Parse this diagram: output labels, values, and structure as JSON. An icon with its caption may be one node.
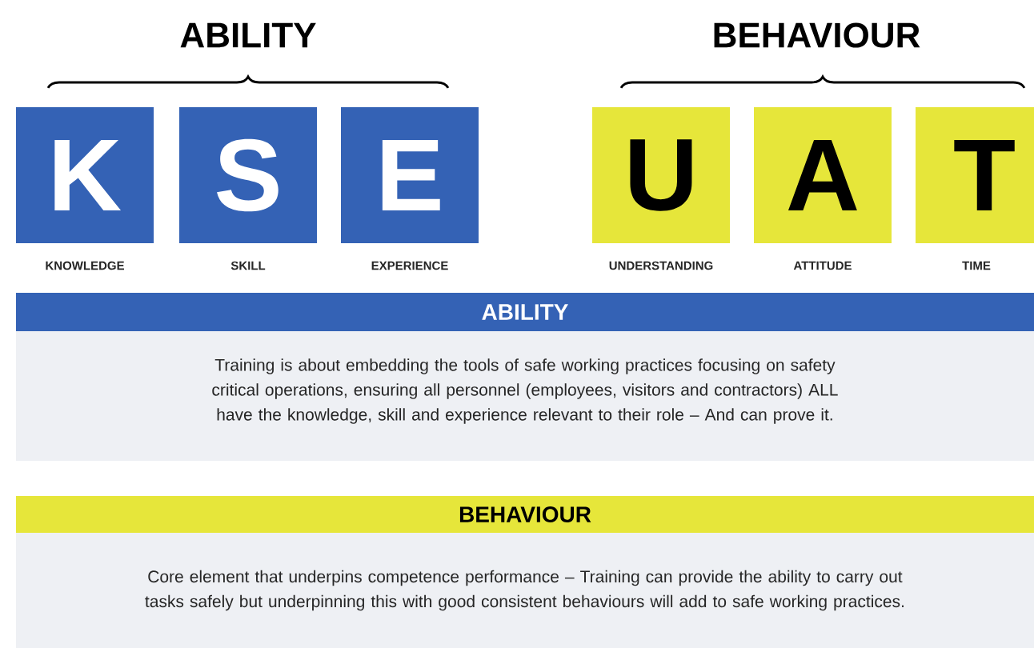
{
  "diagram": {
    "nodes": [
      {
        "text": [
          "K"
        ],
        "beside": [
          "KNOWLEDGE"
        ]
      },
      {
        "text": [
          "S"
        ],
        "beside": [
          "SKILL"
        ]
      },
      {
        "text": [
          "E"
        ],
        "beside": [
          "EXPERIENCE"
        ]
      },
      {
        "text": [
          "U"
        ],
        "beside": [
          "UNDERSTANDING"
        ]
      },
      {
        "text": [
          "A"
        ],
        "beside": [
          "ATTITUDE"
        ]
      },
      {
        "text": [
          "T"
        ],
        "beside": [
          "TIME"
        ]
      },
      {
        "text": [
          "ABILITY",
          "Training is about embedding the tools of safe working practices focusing on safety critical operations, ensuring all personnel (employees, visitors and contractors) ALL have the knowledge, skill and experience relevant to their role – And can prove it."
        ]
      },
      {
        "text": [
          "BEHAVIOUR",
          "Core element that underpins competence performance – Training can provide the ability to carry out tasks safely but underpinning this with good consistent behaviours will add to safe working practices."
        ]
      }
    ],
    "labels": [
      "ABILITY",
      "BEHAVIOUR"
    ]
  }
}
